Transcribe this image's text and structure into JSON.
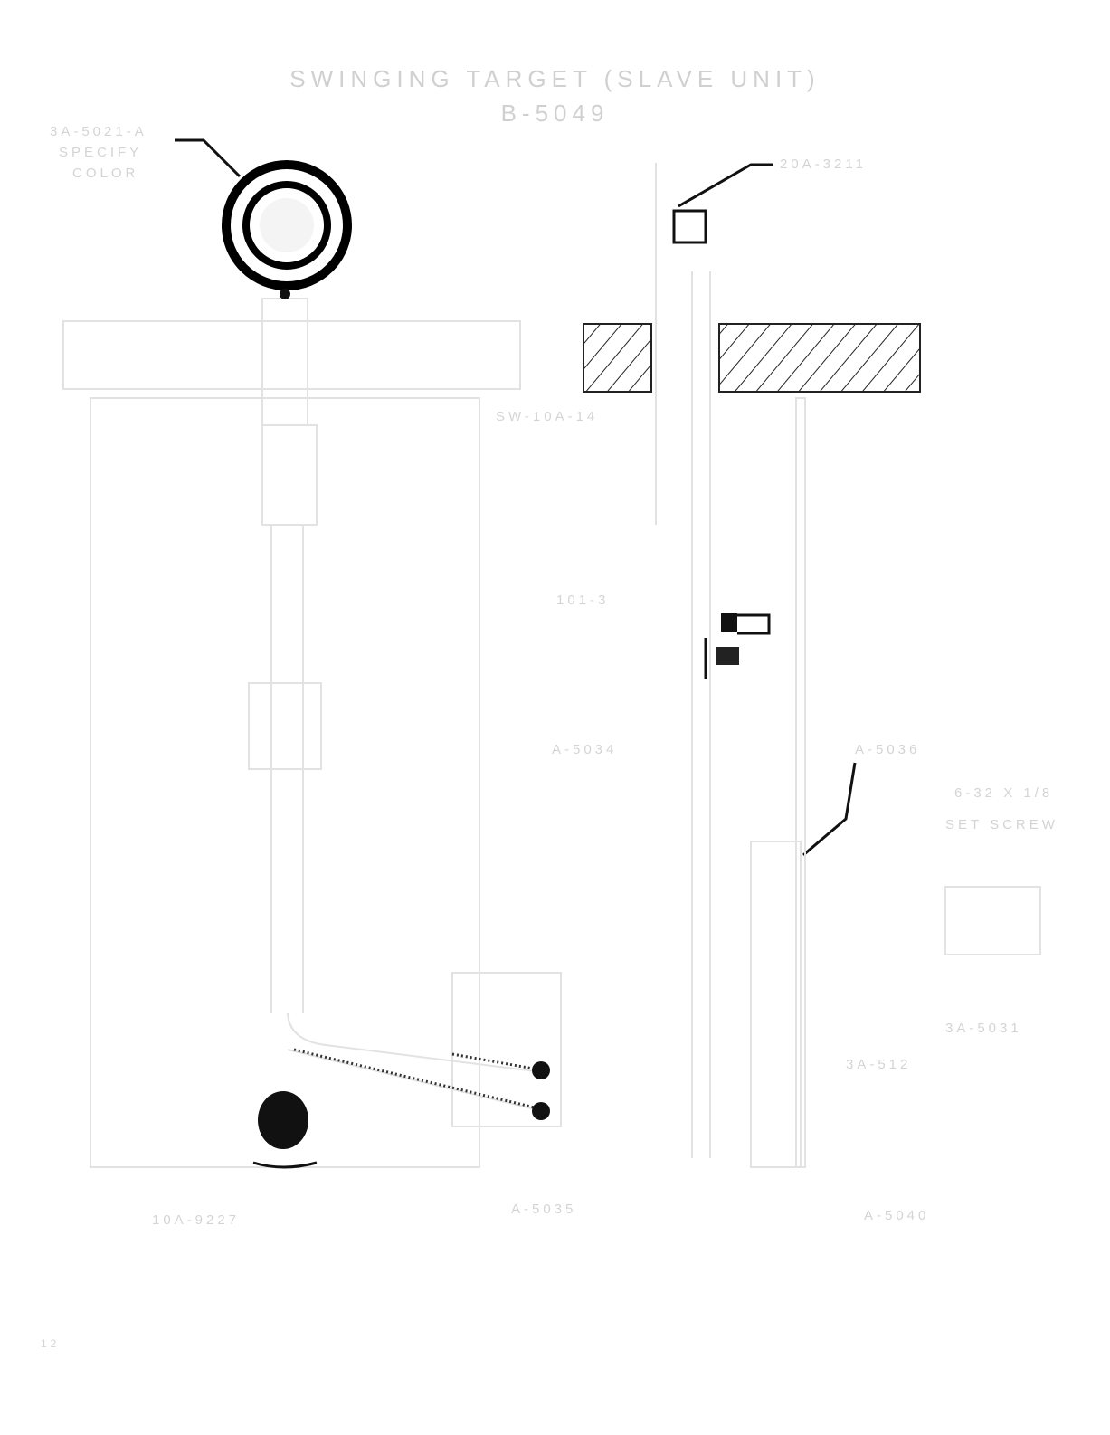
{
  "title": "SWINGING TARGET (SLAVE UNIT)",
  "drawing_number": "B-5049",
  "labels": {
    "target_face": "3A-5021-A",
    "target_face_note1": "SPECIFY",
    "target_face_note2": "COLOR",
    "top_part": "20A-3211",
    "switch": "SW-10A-14",
    "part_101": "101-3",
    "frame": "A-5034",
    "arm": "A-5036",
    "set_screw1": "6-32 X 1/8",
    "set_screw2": "SET SCREW",
    "collar": "3A-5031",
    "shaft": "3A-512",
    "base_part": "10A-9227",
    "bottom_left_part": "A-5035",
    "bottom_right_part": "A-5040"
  },
  "page_number": "12"
}
